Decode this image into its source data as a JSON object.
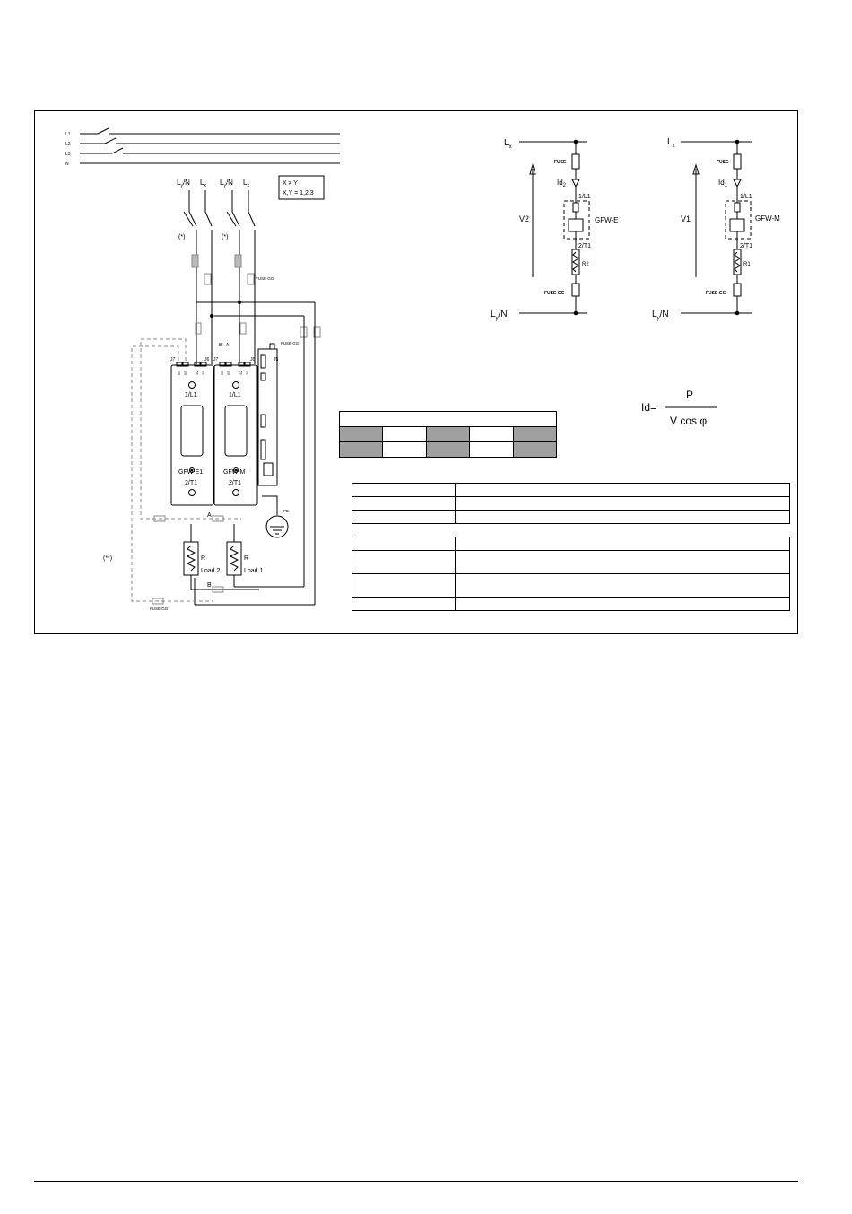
{
  "wiring": {
    "mains": [
      "L1",
      "L2",
      "L3",
      "N"
    ],
    "supply_left": [
      "L",
      "y",
      "/N",
      "L",
      "x"
    ],
    "supply_right": [
      "L",
      "y",
      "/N",
      "L",
      "x"
    ],
    "rule_box": [
      "X ≠ Y",
      "X,Y = 1,2,3"
    ],
    "breaker_note": "(*)",
    "fuse_gg": "FUSE GG",
    "dashed_note": "(**)",
    "connectors": {
      "j7": "J7",
      "j6": "J6",
      "j5": "J5",
      "b": "B",
      "a": "A"
    },
    "pin_labels": [
      "6/T",
      "5/T",
      "4/2",
      "3/1"
    ],
    "module_e": {
      "in": "1/L1",
      "name": "GFW-E1",
      "out": "2/T1"
    },
    "module_m": {
      "in": "1/L1",
      "name": "GFW-M",
      "out": "2/T1"
    },
    "pe": "PE",
    "load_left": {
      "r": "R",
      "name": "Load 2"
    },
    "load_right": {
      "r": "R",
      "name": "Load 1"
    },
    "link_a": "A",
    "link_b": "B"
  },
  "circuit_e": {
    "lx": "L",
    "lx_sub": "x",
    "fuse": "FUSE",
    "id": "Id",
    "id_sub": "2",
    "l1": "1/L1",
    "device": "GFW-E",
    "v": "V2",
    "t1": "2/T1",
    "r": "R2",
    "fuse_gg": "FUSE GG",
    "ly": "L",
    "ly_sub": "y",
    "ly_n": "/N"
  },
  "circuit_m": {
    "lx": "L",
    "lx_sub": "x",
    "fuse": "FUSE",
    "id": "Id",
    "id_sub": "1",
    "l1": "1/L1",
    "device": "GFW-M",
    "v": "V1",
    "t1": "2/T1",
    "r": "R1",
    "fuse_gg": "FUSE GG",
    "ly": "L",
    "ly_sub": "y",
    "ly_n": "/N"
  },
  "formula": {
    "lhs": "Id=",
    "numerator": "P",
    "denominator": "V  cos φ"
  },
  "colors": {
    "ink": "#000000",
    "cell_fill": "#a0a0a0",
    "wire_gray": "#888888"
  }
}
